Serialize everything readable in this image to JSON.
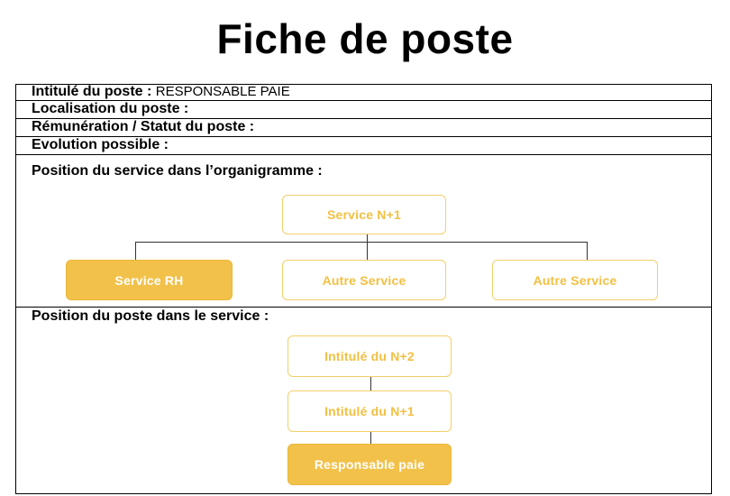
{
  "title": "Fiche de poste",
  "rows": {
    "intitule_label": "Intitulé du poste :",
    "intitule_value": "RESPONSABLE PAIE",
    "localisation_label": "Localisation du poste :",
    "remuneration_label": "Rémunération / Statut du poste :",
    "evolution_label": "Evolution possible :"
  },
  "org": {
    "heading": "Position du service dans l’organigramme :",
    "top": "Service N+1",
    "left": "Service RH",
    "middle": "Autre Service",
    "right": "Autre Service"
  },
  "service": {
    "heading": "Position du poste dans le service :",
    "n2": "Intitulé du N+2",
    "n1": "Intitulé du N+1",
    "self": "Responsable paie"
  },
  "colors": {
    "accent": "#f2c14a",
    "box_border": "#f2cf6b"
  }
}
